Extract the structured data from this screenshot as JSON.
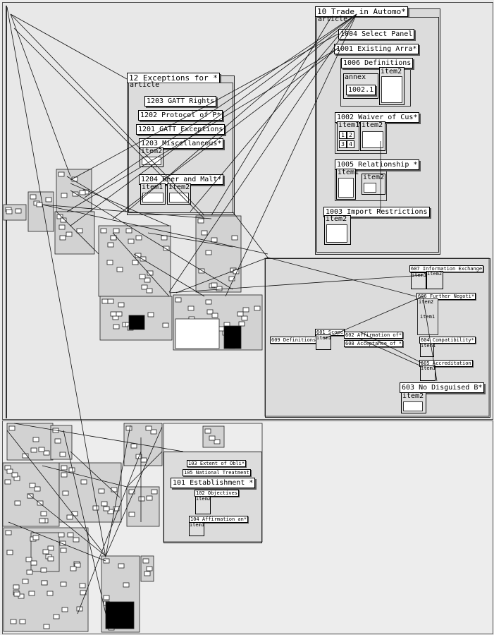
{
  "nodes": {
    "n10": "10 Trade in Automo*",
    "n10_article": "article",
    "n1004": "1004 Select Panel",
    "n1001": "1001 Existing Arra*",
    "n1006": "1006 Definitions",
    "annex": "annex",
    "annex_item": "1002.1",
    "item2_a": "item2",
    "n1002": "1002 Waiver of Cus*",
    "item1_b": "item1",
    "item2_b": "item2",
    "n1005": "1005 Relationship *",
    "item1_c": "item1",
    "item2_c": "item2",
    "n1003": "1003 Import Restrictions",
    "item2_d": "item2",
    "n12": "12 Exceptions for *",
    "n12_article": "article",
    "n1203": "1203 GATT Rights",
    "n1202": "1202 Protocol of P*",
    "n1201": "1201 GATT Exceptions",
    "n1203b": "1203 Miscellaneous*",
    "item2_e": "item2",
    "n1204": "1204 Beer and Malt*",
    "item1_f": "item1",
    "item2_f": "item2",
    "n607": "607 Information Exchange",
    "item1_g": "item1",
    "item2_g": "item2",
    "n606": "606 Further Negoti*",
    "item2_h": "item2",
    "item1_h": "item1",
    "n609": "609 Definitions",
    "n601": "601 Scope",
    "item1_i": "item1",
    "n602": "602 Affirmation of*",
    "n608": "608 Acceptance of *",
    "n604": "604 Compatibility*",
    "item1_j": "item1",
    "n605": "605 Accreditation",
    "item1_k": "item1",
    "n603": "603 No Disguised B*",
    "item2_l": "item2",
    "n103": "103 Extent of Obli*",
    "n105": "105 National Treatment",
    "n101": "101 Establishment *",
    "n102": "102 Objectives",
    "item2_m": "item2",
    "n104": "104 Affirmation an*",
    "item1_n": "item1"
  },
  "cells": {
    "c1": "1",
    "c2": "2",
    "c3": "3",
    "c4": "4"
  }
}
